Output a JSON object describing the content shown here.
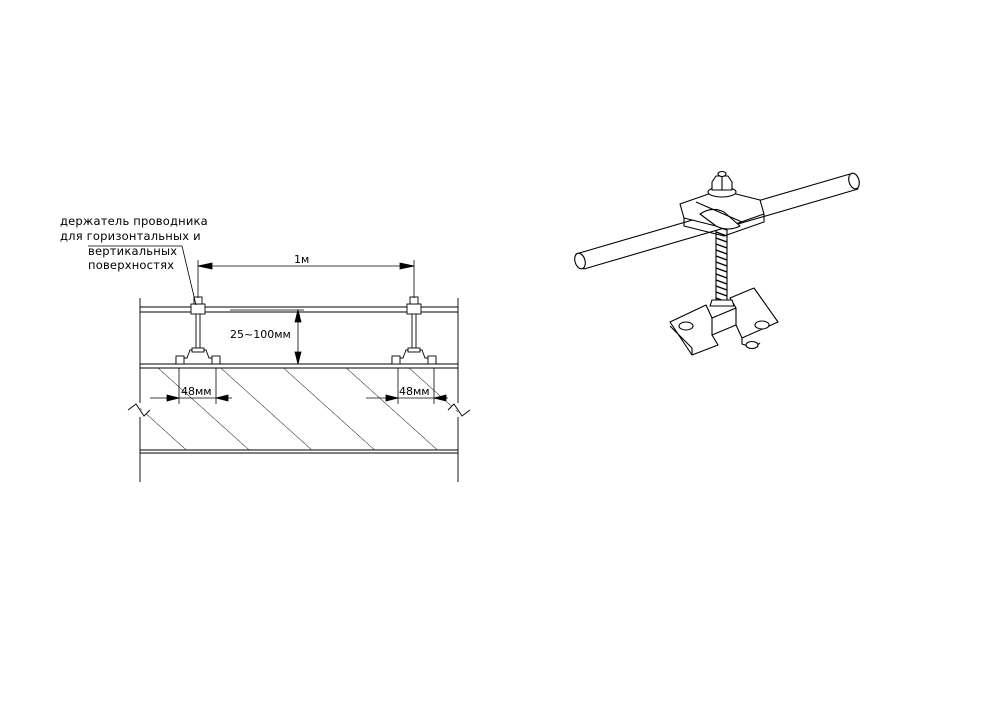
{
  "sheet": {
    "background_color": "#ffffff",
    "line_color": "#000000"
  },
  "section_drawing": {
    "callout": {
      "line1": "держатель проводника",
      "line2": "для горизонтальных и",
      "line3": "вертикальных",
      "line4": "поверхностях"
    },
    "dimensions": {
      "span": "1м",
      "height": "25~100мм",
      "base_left": "48мм",
      "base_right": "48мм"
    }
  },
  "isometric_view": {
    "subject": "conductor-holder-on-threaded-stud"
  }
}
